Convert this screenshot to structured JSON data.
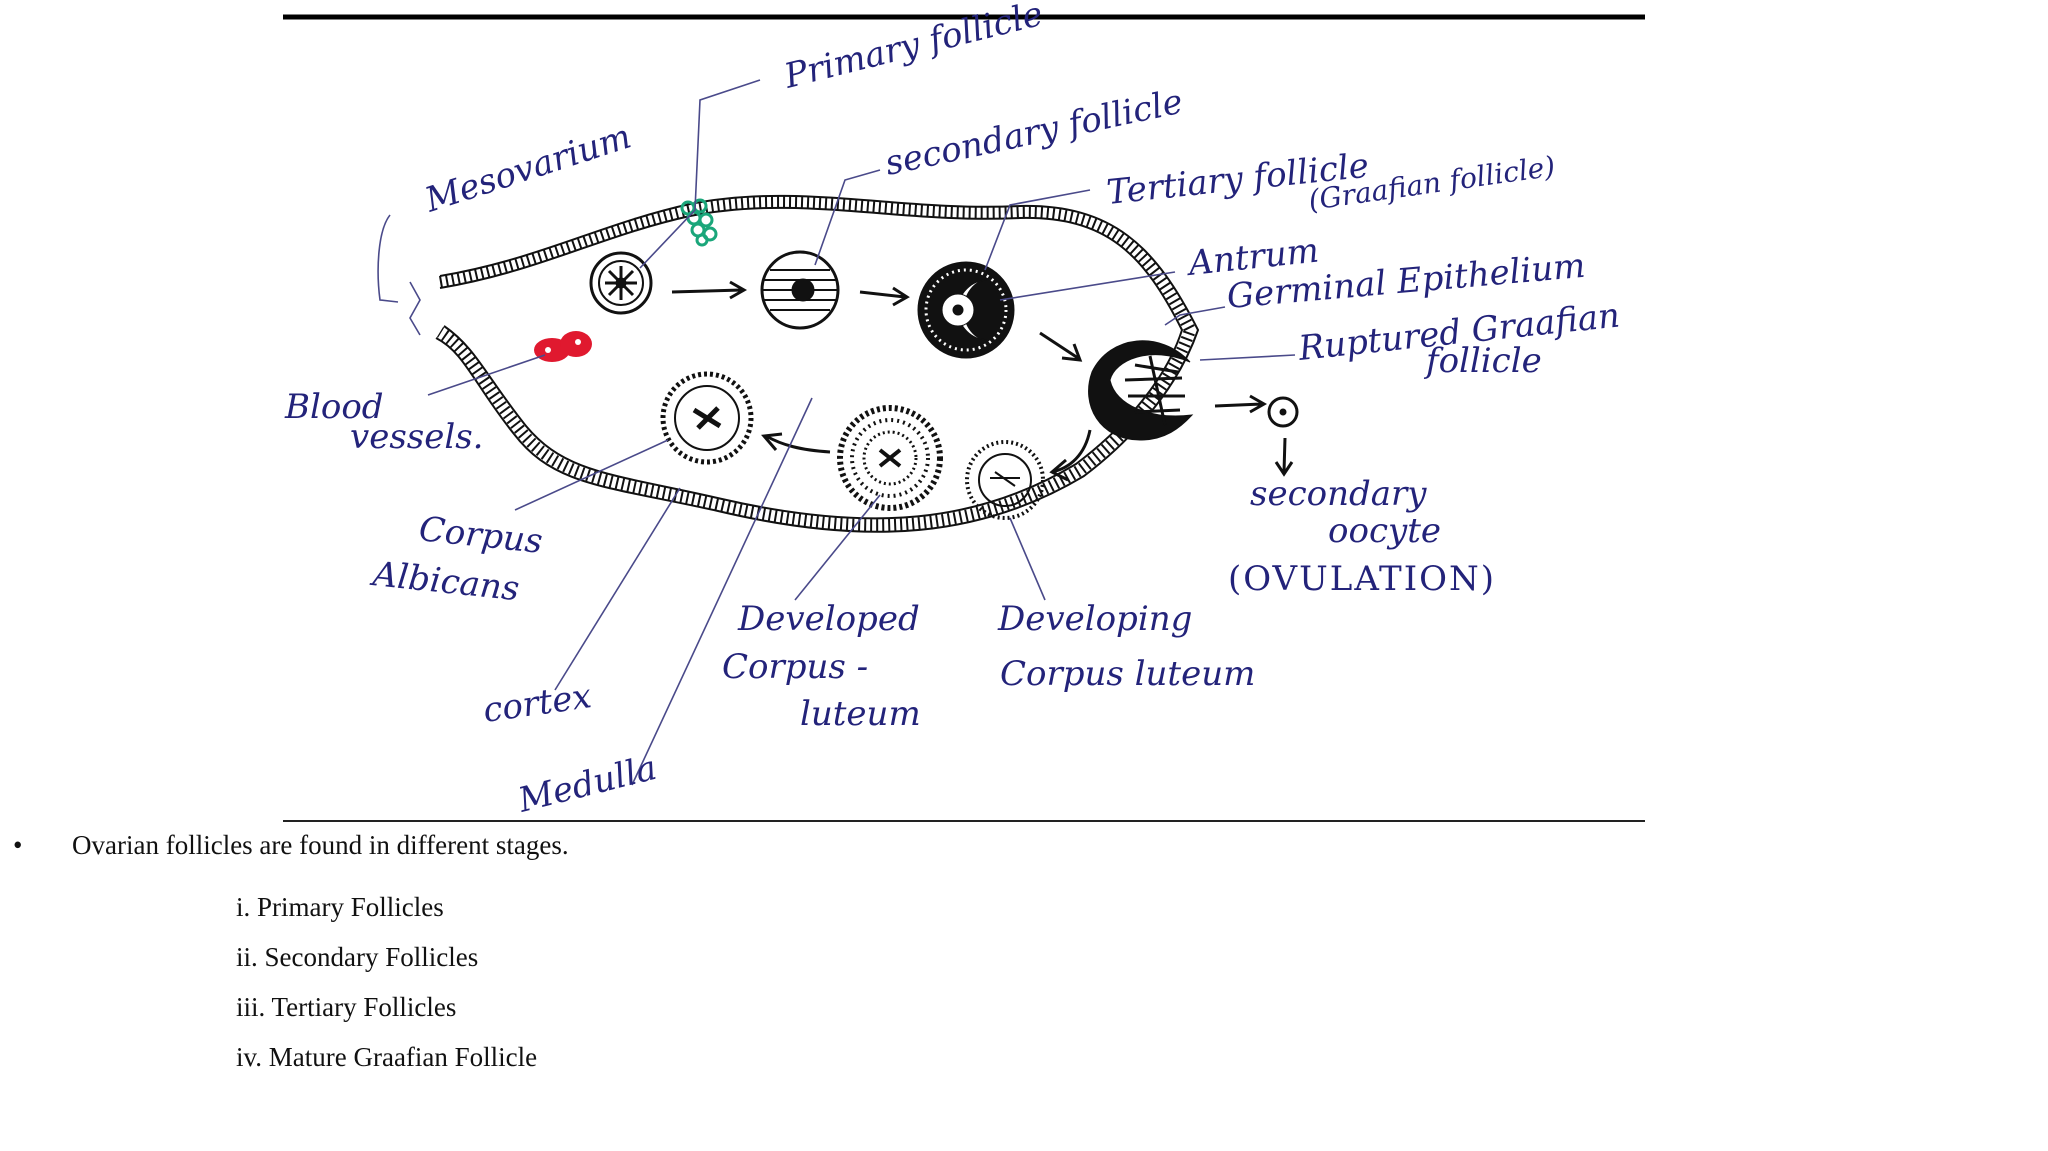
{
  "diagram": {
    "labels": {
      "primary_follicle": "Primary follicle",
      "secondary_follicle": "secondary follicle",
      "mesovarium": "Mesovarium",
      "tertiary_follicle": "Tertiary follicle",
      "graafian_follicle": "(Graafian follicle)",
      "antrum": "Antrum",
      "germinal_epithelium": "Germinal Epithelium",
      "ruptured_graafian": "Ruptured Graafian",
      "ruptured_follicle": "follicle",
      "blood": "Blood",
      "vessels": "vessels.",
      "corpus": "Corpus",
      "albicans": "Albicans",
      "cortex": "cortex",
      "medulla": "Medulla",
      "developed_1": "Developed",
      "developed_2": "Corpus -",
      "developed_3": "luteum",
      "developing_1": "Developing",
      "developing_2": "Corpus luteum",
      "secondary_oocyte_1": "secondary",
      "secondary_oocyte_2": "oocyte",
      "ovulation": "(OVULATION)"
    },
    "colors": {
      "ink": "#23237a",
      "outline": "#111111",
      "blood_vessels": "#e0192f",
      "mesovarium_cells": "#1aa67a"
    }
  },
  "content": {
    "bullet_icon": "bullet-dot",
    "bullet_text": "Ovarian follicles are found in different stages.",
    "stages": [
      "i. Primary Follicles",
      "ii. Secondary Follicles",
      "iii. Tertiary Follicles",
      "iv. Mature Graafian Follicle"
    ]
  }
}
